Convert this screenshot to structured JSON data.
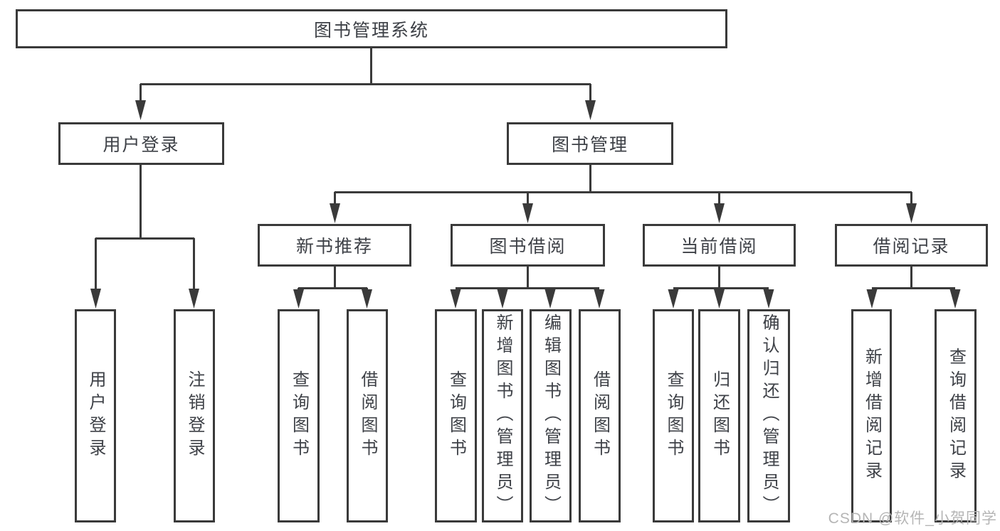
{
  "diagram": {
    "title": "图书管理系统",
    "nodes": {
      "root": "图书管理系统",
      "login_branch": "用户登录",
      "mgmt_branch": "图书管理",
      "new_book_rec": "新书推荐",
      "book_borrow": "图书借阅",
      "current_borrow": "当前借阅",
      "borrow_records": "借阅记录",
      "login_leaves": [
        "用户登录",
        "注销登录"
      ],
      "new_book_leaves": [
        "查询图书",
        "借阅图书"
      ],
      "borrow_leaves": [
        "查询图书",
        "新增图书（管理员）",
        "编辑图书（管理员）",
        "借阅图书"
      ],
      "current_leaves": [
        "查询图书",
        "归还图书",
        "确认归还（管理员）"
      ],
      "record_leaves": [
        "新增借阅记录",
        "查询借阅记录"
      ]
    },
    "watermark": "CSDN @软件_小贺同学",
    "colors": {
      "line": "#3a3a3a",
      "text": "#3e4147",
      "watermark": "#b5b5b5",
      "background": "#ffffff"
    }
  }
}
